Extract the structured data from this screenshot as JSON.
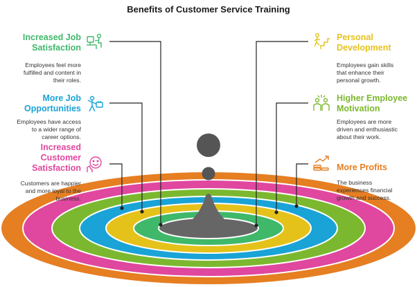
{
  "title": "Benefits of Customer Service Training",
  "benefits": [
    {
      "id": "job-satisfaction",
      "heading": [
        "Increased Job",
        "Satisfaction"
      ],
      "description": [
        "Employees feel more",
        "fulfilled and content in",
        "their roles."
      ],
      "color": "#3fb86a",
      "icon": "desk-worker-icon"
    },
    {
      "id": "job-opportunities",
      "heading": [
        "More Job",
        "Opportunities"
      ],
      "description": [
        "Employees have access",
        "to a wider range of",
        "career options."
      ],
      "color": "#1aa3d6",
      "icon": "job-seeker-icon"
    },
    {
      "id": "customer-satisfaction",
      "heading": [
        "Increased",
        "Customer",
        "Satisfaction"
      ],
      "description": [
        "Customers are happier",
        "and more loyal to the",
        "business."
      ],
      "color": "#e0479e",
      "icon": "happy-customer-icon"
    },
    {
      "id": "personal-development",
      "heading": [
        "Personal",
        "Development"
      ],
      "description": [
        "Employees gain skills",
        "that enhance their",
        "personal growth."
      ],
      "color": "#e5c21a",
      "icon": "climbing-stairs-icon"
    },
    {
      "id": "employee-motivation",
      "heading": [
        "Higher Employee",
        "Motivation"
      ],
      "description": [
        "Employees are more",
        "driven and enthusiastic",
        "about their work."
      ],
      "color": "#7cb82f",
      "icon": "motivated-team-icon"
    },
    {
      "id": "more-profits",
      "heading": [
        "More Profits"
      ],
      "description": [
        "The business",
        "experiences financial",
        "growth and success."
      ],
      "color": "#e67e22",
      "icon": "money-growth-icon"
    }
  ],
  "rings": [
    "#e67e22",
    "#e0479e",
    "#7cb82f",
    "#1aa3d6",
    "#e5c21a",
    "#3fb86a"
  ],
  "center_color": "#666666"
}
